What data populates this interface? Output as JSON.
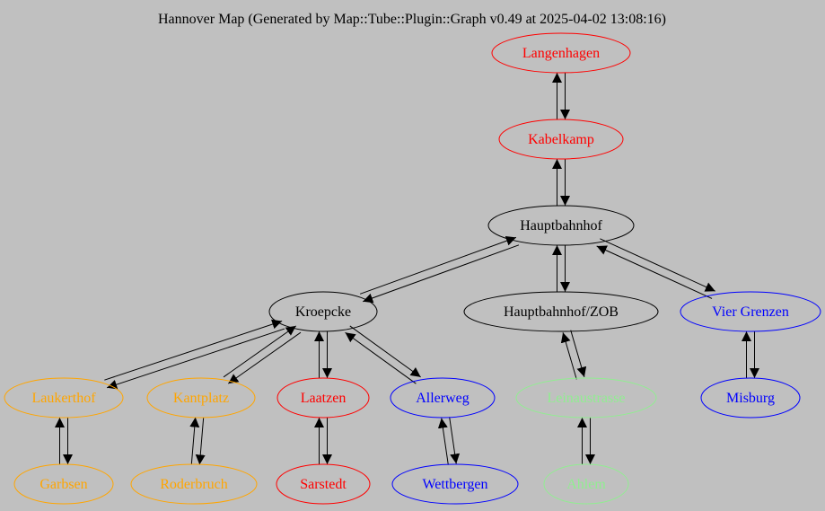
{
  "title": "Hannover Map (Generated by Map::Tube::Plugin::Graph v0.49 at 2025-04-02 13:08:16)",
  "line_colors": {
    "black": "#000000",
    "red": "#ff0000",
    "orange": "#ffa500",
    "blue": "#0000ff",
    "lightgreen": "#90ee90"
  },
  "stations": [
    {
      "id": "langenhagen",
      "label": "Langenhagen",
      "color": "red"
    },
    {
      "id": "kabelkamp",
      "label": "Kabelkamp",
      "color": "red"
    },
    {
      "id": "hauptbahnhof",
      "label": "Hauptbahnhof",
      "color": "black"
    },
    {
      "id": "kroepcke",
      "label": "Kroepcke",
      "color": "black"
    },
    {
      "id": "hauptbahnhof-zob",
      "label": "Hauptbahnhof/ZOB",
      "color": "black"
    },
    {
      "id": "vier-grenzen",
      "label": "Vier Grenzen",
      "color": "blue"
    },
    {
      "id": "laukerthof",
      "label": "Laukerthof",
      "color": "orange"
    },
    {
      "id": "kantplatz",
      "label": "Kantplatz",
      "color": "orange"
    },
    {
      "id": "laatzen",
      "label": "Laatzen",
      "color": "red"
    },
    {
      "id": "allerweg",
      "label": "Allerweg",
      "color": "blue"
    },
    {
      "id": "leinaustrasse",
      "label": "Leinaustrasse",
      "color": "lightgreen"
    },
    {
      "id": "misburg",
      "label": "Misburg",
      "color": "blue"
    },
    {
      "id": "garbsen",
      "label": "Garbsen",
      "color": "orange"
    },
    {
      "id": "roderbruch",
      "label": "Roderbruch",
      "color": "orange"
    },
    {
      "id": "sarstedt",
      "label": "Sarstedt",
      "color": "red"
    },
    {
      "id": "wettbergen",
      "label": "Wettbergen",
      "color": "blue"
    },
    {
      "id": "ahlem",
      "label": "Ahlem",
      "color": "lightgreen"
    }
  ],
  "connections": [
    [
      "langenhagen",
      "kabelkamp"
    ],
    [
      "kabelkamp",
      "hauptbahnhof"
    ],
    [
      "hauptbahnhof",
      "kroepcke"
    ],
    [
      "hauptbahnhof",
      "hauptbahnhof-zob"
    ],
    [
      "hauptbahnhof",
      "vier-grenzen"
    ],
    [
      "kroepcke",
      "laukerthof"
    ],
    [
      "kroepcke",
      "kantplatz"
    ],
    [
      "kroepcke",
      "laatzen"
    ],
    [
      "kroepcke",
      "allerweg"
    ],
    [
      "hauptbahnhof-zob",
      "leinaustrasse"
    ],
    [
      "vier-grenzen",
      "misburg"
    ],
    [
      "laukerthof",
      "garbsen"
    ],
    [
      "kantplatz",
      "roderbruch"
    ],
    [
      "laatzen",
      "sarstedt"
    ],
    [
      "allerweg",
      "wettbergen"
    ],
    [
      "leinaustrasse",
      "ahlem"
    ]
  ]
}
